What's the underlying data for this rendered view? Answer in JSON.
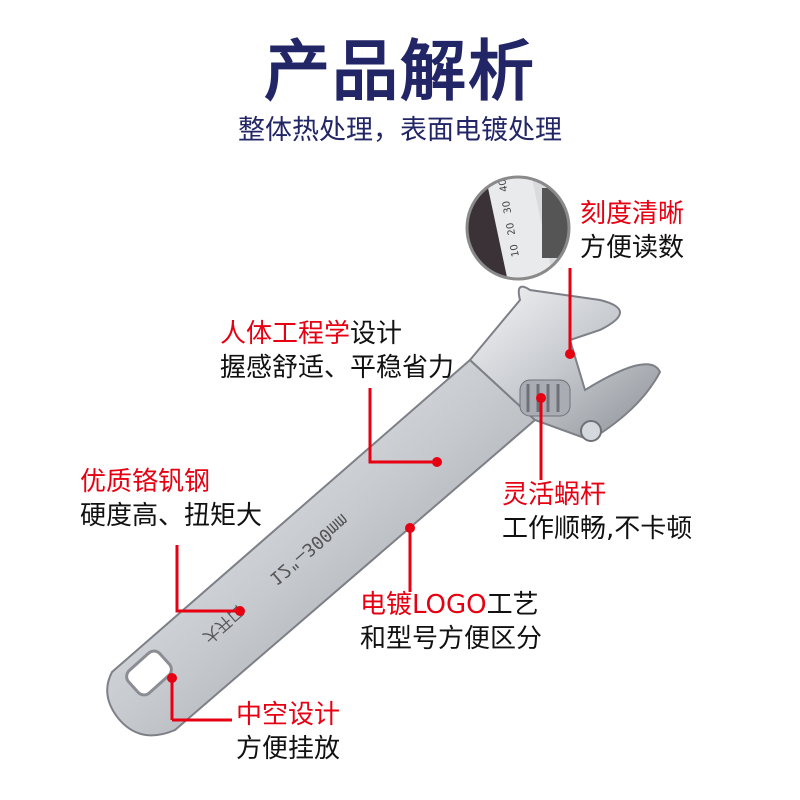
{
  "header": {
    "title": "产品解析",
    "subtitle": "整体热处理，表面电镀处理"
  },
  "callouts": [
    {
      "red": "刻度清晰",
      "red_suffix": "",
      "line2": "方便读数"
    },
    {
      "red": "人体工程学",
      "red_suffix": "设计",
      "line2": "握感舒适、平稳省力"
    },
    {
      "red": "优质铬钒钢",
      "red_suffix": "",
      "line2": "硬度高、扭矩大"
    },
    {
      "red": "灵活蜗杆",
      "red_suffix": "",
      "line2": "工作顺畅,不卡顿"
    },
    {
      "red": "电镀LOGO",
      "red_suffix": "工艺",
      "line2": "和型号方便区分"
    },
    {
      "red": "中空设计",
      "red_suffix": "",
      "line2": "方便挂放"
    }
  ],
  "wrench": {
    "engraving": "12\"—300mm",
    "brand": "大开口",
    "scale": [
      "10",
      "20",
      "30",
      "40"
    ]
  },
  "colors": {
    "title": "#222566",
    "accent": "#e60012"
  }
}
